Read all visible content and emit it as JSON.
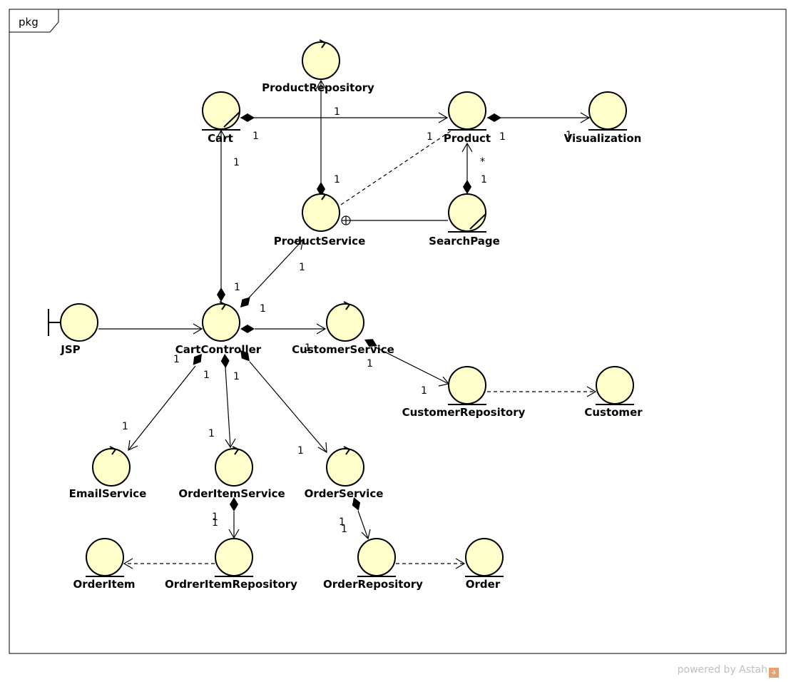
{
  "frame": {
    "title": "pkg"
  },
  "elements": {
    "product_repository": "ProductRepository",
    "cart": "Cart",
    "product": "Product",
    "visualization": "Visualization",
    "product_service": "ProductService",
    "search_page": "SearchPage",
    "jsp": "JSP",
    "cart_controller": "CartController",
    "customer_service": "CustomerService",
    "customer_repository": "CustomerRepository",
    "customer": "Customer",
    "email_service": "EmailService",
    "order_item_service": "OrderItemService",
    "order_service": "OrderService",
    "order_item": "OrderItem",
    "order_item_repository": "OrdrerItemRepository",
    "order_repository": "OrderRepository",
    "order": "Order"
  },
  "multiplicities": {
    "cart_product_target": "1",
    "cart_product_source": "1",
    "product_left": "1",
    "product_visualization_source": "1",
    "visualization_target": "1",
    "cart_controller_end": "1",
    "repo_service_end": "1",
    "search_product_star": "*",
    "search_product_one": "1",
    "controller_service_target": "1",
    "controller_service_source": "1",
    "controller_top": "1",
    "customer_service_left": "1",
    "customer_service_below": "1",
    "customer_repository_left": "1",
    "controller_email_source": "1",
    "email_target": "1",
    "controller_orderitem_source": "1",
    "orderitem_target": "1",
    "controller_order_source": "1",
    "order_target": "1",
    "orderitem_repo_a": "1",
    "orderitem_repo_b": "1",
    "order_repo_a": "1",
    "order_repo_b": "1"
  },
  "footer": {
    "watermark": "powered by Astah"
  }
}
